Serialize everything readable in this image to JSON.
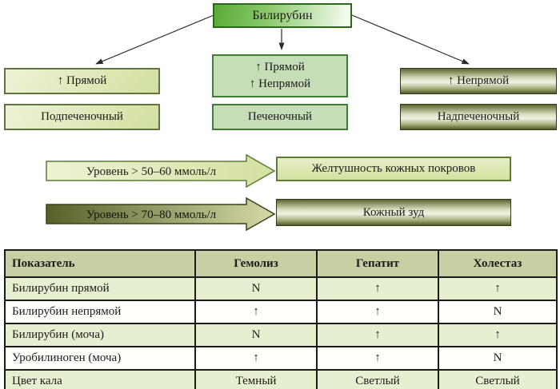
{
  "colors": {
    "root_green": "#58ab38",
    "root_border": "#2c681c",
    "light_box_fill": "#d9e5ab",
    "light_box_border": "#5e7540",
    "mid_box_fill": "#c7ddb8",
    "mid_box_border": "#3f7c38",
    "olive_dark": "#5c662e",
    "olive_light": "#f1f2e4",
    "table_header_bg": "#c8cfa2",
    "table_row_green": "#e6efcf",
    "table_border": "#1b1b1b"
  },
  "flowchart": {
    "root_label": "Билирубин",
    "left": {
      "indicator": "↑ Прямой",
      "type": "Подпеченочный"
    },
    "middle": {
      "indicator_line1": "↑ Прямой",
      "indicator_line2": "↑ Непрямой",
      "type": "Печеночный"
    },
    "right": {
      "indicator": "↑ Непрямой",
      "type": "Надпеченочный"
    }
  },
  "level_arrows": [
    {
      "label": "Уровень > 50–60 ммоль/л",
      "result": "Желтушность кожных покровов"
    },
    {
      "label": "Уровень > 70–80 ммоль/л",
      "result": "Кожный зуд"
    }
  ],
  "table": {
    "headers": [
      "Показатель",
      "Гемолиз",
      "Гепатит",
      "Холестаз"
    ],
    "rows": [
      [
        "Билирубин прямой",
        "N",
        "↑",
        "↑"
      ],
      [
        "Билирубин непрямой",
        "↑",
        "↑",
        "N"
      ],
      [
        "Билирубин (моча)",
        "N",
        "↑",
        "↑"
      ],
      [
        "Уробилиноген (моча)",
        "↑",
        "↑",
        "N"
      ],
      [
        "Цвет кала",
        "Темный",
        "Светлый",
        "Светлый"
      ]
    ]
  }
}
